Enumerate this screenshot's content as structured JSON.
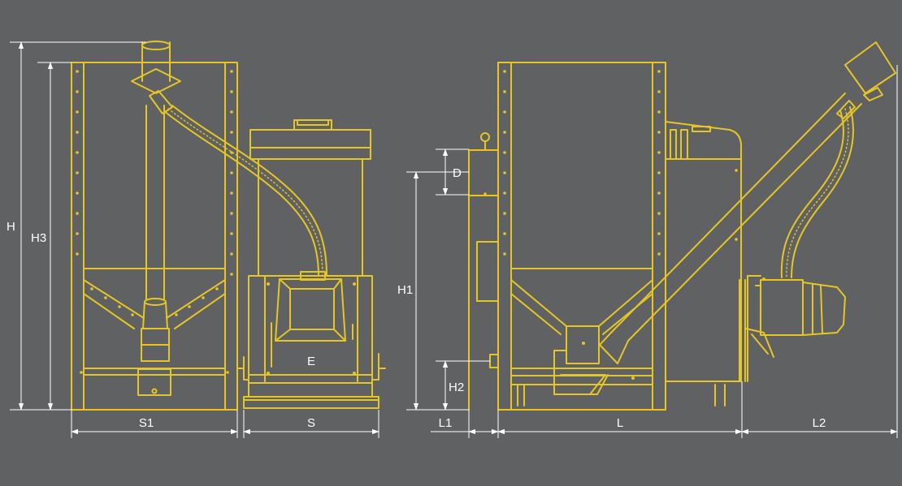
{
  "colors": {
    "background": "#5f6162",
    "drawing_line": "#e6c626",
    "dimension_line": "#ffffff"
  },
  "dimension_labels": {
    "H": "H",
    "H3": "H3",
    "S1": "S1",
    "S": "S",
    "E": "E",
    "D": "D",
    "H1": "H1",
    "H2": "H2",
    "L1": "L1",
    "L": "L",
    "L2": "L2"
  }
}
